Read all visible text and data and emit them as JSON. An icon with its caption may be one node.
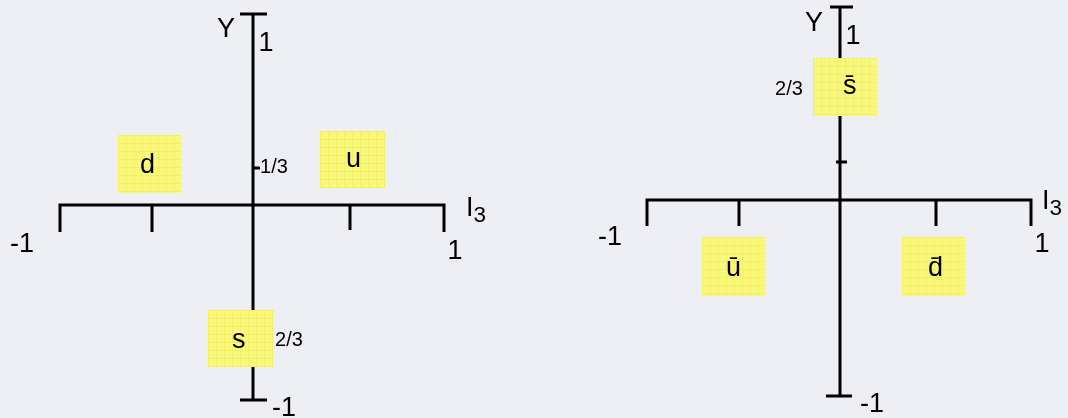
{
  "diagram": {
    "nodes": [
      {
        "text": [
          "d"
        ]
      },
      {
        "text": [
          "u"
        ]
      },
      {
        "text": [
          "s"
        ]
      },
      {
        "text": [
          "s̄"
        ]
      },
      {
        "text": [
          "ū"
        ]
      },
      {
        "text": [
          "d̄"
        ]
      }
    ],
    "labels": [
      "Y",
      "1",
      "1/3",
      "I$_{3}$",
      "-1",
      "1",
      "2/3",
      "-1",
      "Y",
      "1",
      "2/3",
      "I$_{3}$",
      "-1",
      "1",
      "-1"
    ]
  }
}
